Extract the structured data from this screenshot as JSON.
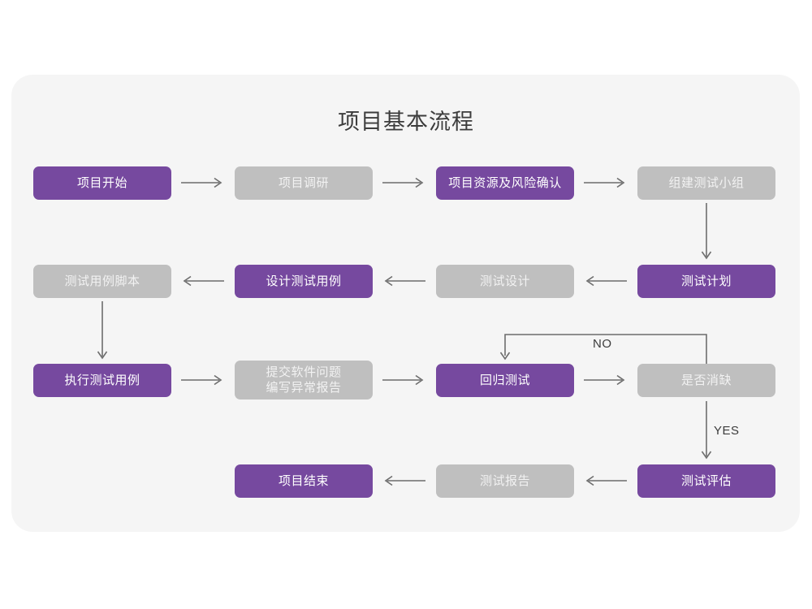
{
  "page": {
    "background": "#ffffff",
    "card_background": "#f5f5f5"
  },
  "title": "项目基本流程",
  "colors": {
    "accent_purple": "#76499f",
    "muted_gray": "#bfbfbf",
    "line": "#6d6d6d",
    "text_dark": "#3c3c3c"
  },
  "nodes": {
    "n1": {
      "label": "项目开始",
      "style": "purple"
    },
    "n2": {
      "label": "项目调研",
      "style": "gray"
    },
    "n3": {
      "label": "项目资源及风险确认",
      "style": "purple"
    },
    "n4": {
      "label": "组建测试小组",
      "style": "gray"
    },
    "n5": {
      "label": "测试用例脚本",
      "style": "gray"
    },
    "n6": {
      "label": "设计测试用例",
      "style": "purple"
    },
    "n7": {
      "label": "测试设计",
      "style": "gray"
    },
    "n8": {
      "label": "测试计划",
      "style": "purple"
    },
    "n9": {
      "label": "执行测试用例",
      "style": "purple"
    },
    "n10": {
      "label": "提交软件问题\n编写异常报告",
      "style": "gray"
    },
    "n11": {
      "label": "回归测试",
      "style": "purple"
    },
    "n12": {
      "label": "是否消缺",
      "style": "gray"
    },
    "n13": {
      "label": "项目结束",
      "style": "purple"
    },
    "n14": {
      "label": "测试报告",
      "style": "gray"
    },
    "n15": {
      "label": "测试评估",
      "style": "purple"
    }
  },
  "edge_labels": {
    "no": "NO",
    "yes": "YES"
  }
}
